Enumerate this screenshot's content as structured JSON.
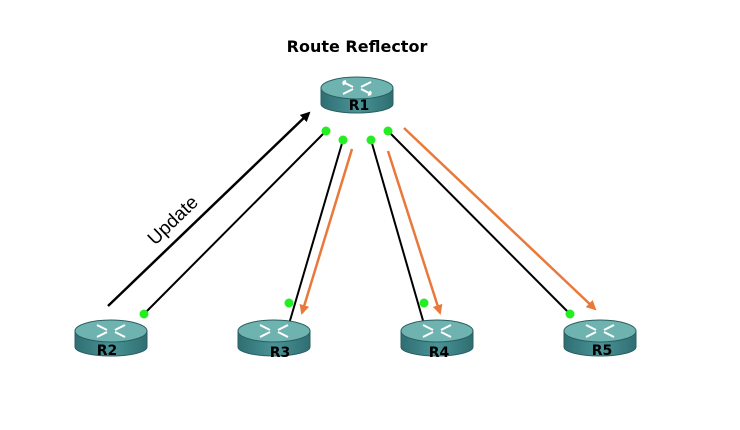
{
  "diagram": {
    "title": "Route Reflector",
    "update_label": "Update",
    "routers": [
      {
        "id": "R1",
        "label": "R1"
      },
      {
        "id": "R2",
        "label": "R2"
      },
      {
        "id": "R3",
        "label": "R3"
      },
      {
        "id": "R4",
        "label": "R4"
      },
      {
        "id": "R5",
        "label": "R5"
      }
    ]
  },
  "colors": {
    "router_top": "#5fa7a5",
    "router_side": "#3a7c7f",
    "link": "#000000",
    "update_arrow": "#000000",
    "reflect_arrow": "#e8793a",
    "port_dot": "#22ee22"
  }
}
